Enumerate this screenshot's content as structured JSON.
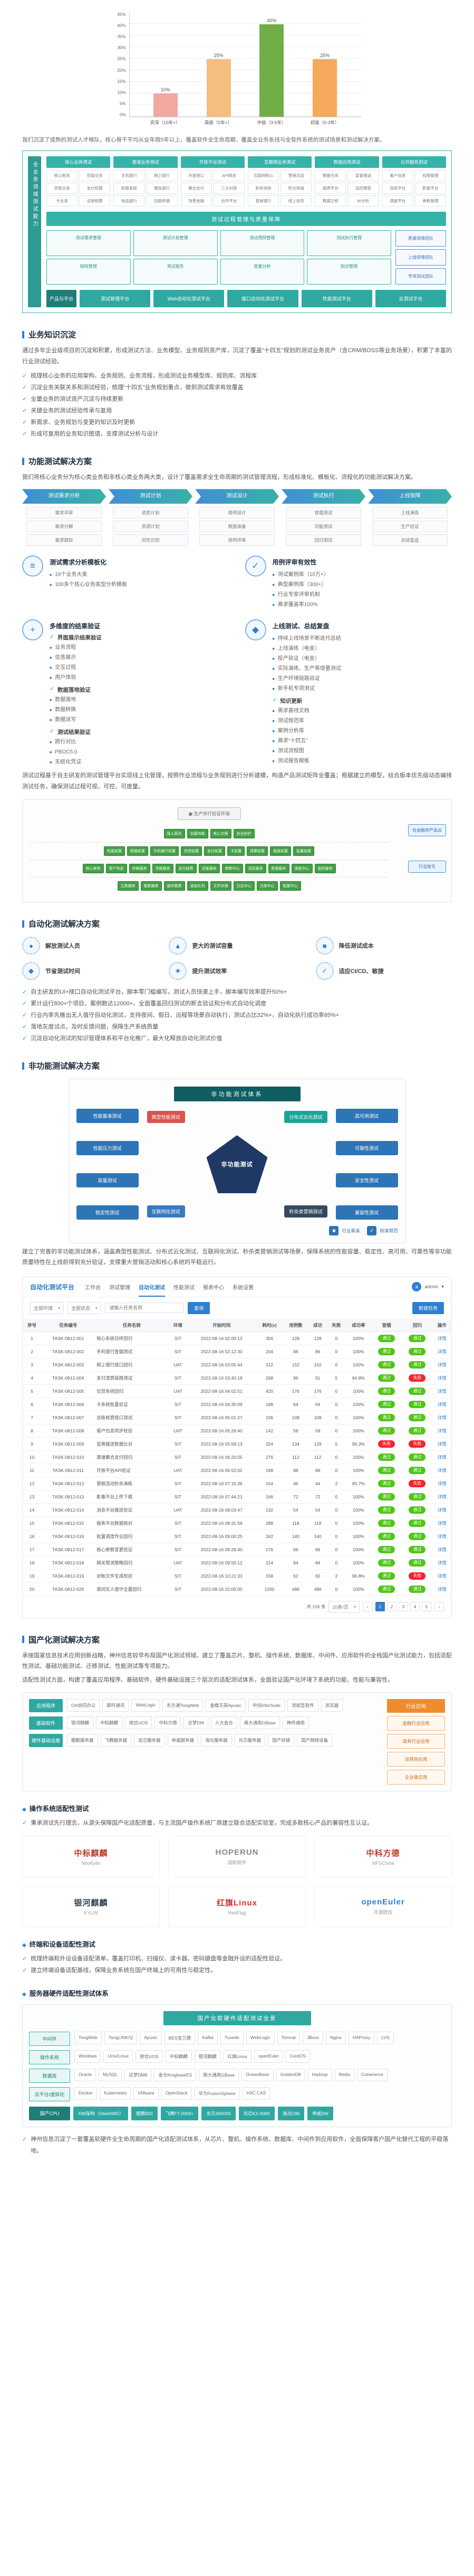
{
  "icons": {
    "check": "✓",
    "square": "■",
    "diamond": "◆",
    "caret": "▾",
    "prev": "‹",
    "next": "›",
    "cloud": "▣",
    "user_initial": "a"
  },
  "chart_data": {
    "type": "bar",
    "title": "",
    "categories": [
      "资深（10年+）",
      "高级（5年+）",
      "中级（3-5年）",
      "初级（0-3年）"
    ],
    "values": [
      10,
      25,
      40,
      25
    ],
    "data_labels": [
      "10%",
      "25%",
      "40%",
      "25%"
    ],
    "colors": [
      "#f2a7a0",
      "#f5bd7e",
      "#70ad47",
      "#f5a95a"
    ],
    "ylim": [
      0,
      45
    ],
    "yticks": [
      "45%",
      "40%",
      "35%",
      "30%",
      "25%",
      "20%",
      "15%",
      "10%",
      "5%",
      "0%"
    ],
    "xlabel": "",
    "ylabel": "",
    "grid": "horizontal",
    "legend": "none"
  },
  "intro": {
    "text": "我们沉淀了成熟的测试人才梯队，核心骨干平均从业年限5年以上，覆盖软件全生命周期，覆盖全业务条线与全软件系统的测试场景和测试解决方案。"
  },
  "platform": {
    "side_label": "全业务领域测试能力",
    "columns": [
      {
        "header": "核心业务测试",
        "items": [
          "核心账务",
          "存款业务",
          "贷款业务",
          "支付结算",
          "卡业务",
          "总账核算"
        ]
      },
      {
        "header": "渠道业务测试",
        "items": [
          "手机银行",
          "网上银行",
          "柜面系统",
          "微信银行",
          "电话银行",
          "自助终端"
        ]
      },
      {
        "header": "开放平台测试",
        "items": [
          "开放接口",
          "API网关",
          "聚合支付",
          "三方对接",
          "场景金融",
          "合作平台"
        ]
      },
      {
        "header": "互联网业务测试",
        "items": [
          "互联网核心",
          "营销活动",
          "秒杀抢购",
          "积分商城",
          "直销银行",
          "线上信贷"
        ]
      },
      {
        "header": "数据应用测试",
        "items": [
          "数据仓库",
          "监管报送",
          "报表平台",
          "风控模型",
          "数据迁移",
          "BI分析"
        ]
      },
      {
        "header": "公共服务测试",
        "items": [
          "客户信息",
          "权限管理",
          "消息平台",
          "影像平台",
          "调度平台",
          "参数管理"
        ]
      }
    ],
    "mid_band": "测试过程管理与质量保障",
    "process_boxes": [
      "测试需求管理",
      "测试计划管理",
      "测试用例管理",
      "测试执行管理",
      "缺陷管理",
      "测试报告",
      "度量分析",
      "知识管理"
    ],
    "right_boxes": [
      "质量保障团队",
      "上线保障团队",
      "专项测试团队"
    ],
    "product_label": "产品与平台",
    "products": [
      "测试管理平台",
      "Web自动化测试平台",
      "接口自动化测试平台",
      "性能测试平台",
      "云测试平台"
    ]
  },
  "knowledge": {
    "title": "业务知识沉淀",
    "para": "通过多年企业级项目的沉淀和积累，形成测试方法、业务模型、业务规则资产库，沉淀了覆盖“十四五”规划的测试业务资产（含CRM/BOSS等业务场景），积累了丰富的行业测试经验。",
    "bullets": [
      "梳理核心业务的应用架构、业务规则、业务流程，形成测试业务模型库、规则库、流程库",
      "沉淀业务关联关系和测试经验，梳理“十四五”业务规划重点，做到测试需求有效覆盖",
      "全量业务的测试资产沉淀与持续更新",
      "关键业务的测试经验传承与复用",
      "新需求、业务规划与变更的知识及时更新",
      "形成可复用的业务知识图谱，支撑测试分析与设计"
    ]
  },
  "functional": {
    "title": "功能测试解决方案",
    "para": "我们将核心业务分为核心类业务和非核心类业务两大类，设计了覆盖需求全生命周期的测试管理流程，形成标准化、模板化、流程化的功能测试解决方案。",
    "flow": [
      {
        "label": "测试需求分析",
        "items": [
          "需求评审",
          "需求分解",
          "需求跟踪"
        ]
      },
      {
        "label": "测试计划",
        "items": [
          "进度计划",
          "资源计划",
          "风险识别"
        ]
      },
      {
        "label": "测试设计",
        "items": [
          "用例设计",
          "数据准备",
          "用例评审"
        ]
      },
      {
        "label": "测试执行",
        "items": [
          "冒烟测试",
          "功能测试",
          "回归测试"
        ]
      },
      {
        "label": "上线保障",
        "items": [
          "上线演练",
          "生产验证",
          "总结复盘"
        ]
      }
    ]
  },
  "features": {
    "req_template": {
      "icon": "≡",
      "title": "测试需求分析模板化",
      "bullets": [
        "19个业务大类",
        "100多个核心业务类型分析模板"
      ]
    },
    "case_review": {
      "icon": "✓",
      "title": "用例评审有效性",
      "bullets": [
        "测试案例库（10万+）",
        "典型案例库（300+）",
        "行业专家评审机制",
        "需求覆盖率100%"
      ]
    },
    "multi_verify": {
      "icon": "+",
      "title": "多维度的结果验证",
      "groups": [
        {
          "head": "界面展示结果验证",
          "items": [
            "业务流程",
            "信息展示",
            "交互过程",
            "用户体验"
          ]
        },
        {
          "head": "数据落地验证",
          "items": [
            "数据落地",
            "数据转换",
            "数据读写"
          ]
        },
        {
          "head": "测试结果验证",
          "items": [
            "跨行对比",
            "PBOC5.0",
            "无纸化凭证"
          ]
        }
      ]
    },
    "online_review": {
      "icon": "◆",
      "title": "上线测试、总结复盘",
      "items": [
        "持续上线场景不断迭代总结",
        "上线演练（电金）",
        "投产验证（电金）",
        "实际演练、生产等增量测试",
        "生产环境链路验证",
        "新手机专项测试"
      ],
      "knowledge_head": "知识更新",
      "knowledge": [
        "需求基线文档",
        "测试规范库",
        "案例分析库",
        "需求“十四五”",
        "测试流程图",
        "测试报告模板"
      ]
    },
    "model_para": "测试过程基于自主研发的测试管理平台实现线上化管理，按照作业流程与业务规则进行分析建模，构造产品测试矩阵全覆盖；根据建立的模型，结合版本优先级动态编排测试任务，确保测试过程可视、可控、可度量。"
  },
  "topology": {
    "cloud_label": "生产并行验证环境",
    "rows": [
      {
        "nodes": [
          "接入网关",
          "负载均衡",
          "核心交换",
          "安全防护"
        ]
      },
      {
        "nodes": [
          "柜面前置",
          "网银前置",
          "手机银行前置",
          "信贷前置",
          "支付前置",
          "卡前置",
          "清算前置",
          "报表前置",
          "批量前置"
        ]
      },
      {
        "nodes": [
          "核心账务",
          "客户信息",
          "存款服务",
          "贷款服务",
          "支付结算",
          "总账服务",
          "参数中心",
          "消息服务",
          "影像服务",
          "调度中心",
          "监控服务"
        ]
      },
      {
        "nodes": [
          "主数据库",
          "备数据库",
          "缓存集群",
          "消息队列",
          "文件存储",
          "日志中心",
          "注册中心",
          "配置中心"
        ]
      }
    ],
    "side_labels": [
      "社会融资产品云",
      "行业账号"
    ]
  },
  "automation": {
    "title": "自动化测试解决方案",
    "benefits": [
      {
        "icon": "●",
        "label": "解放测试人员"
      },
      {
        "icon": "▲",
        "label": "更大的测试容量"
      },
      {
        "icon": "■",
        "label": "降低测试成本"
      },
      {
        "icon": "◆",
        "label": "节省测试时间"
      },
      {
        "icon": "★",
        "label": "提升测试效率"
      },
      {
        "icon": "✓",
        "label": "适应CI/CD、敏捷"
      }
    ],
    "bullets": [
      "自主研发的UI+接口自动化测试平台，脚本零门槛编写，测试人员快速上手，脚本编写效率提升50%+",
      "累计运行800+个项目，案例数达12000+，全面覆盖回归测试的断言验证和分布式自动化调度",
      "行业内率先推出无人值守自动化测试，支持夜间、假日、远程等场景自动执行，测试占比32%+，自动化执行成功率85%+",
      "落地灰度试点，及时反馈问题，保障生产系统质量",
      "沉淀自动化测试的知识管理体系和平台化推广，最大化释放自动化测试价值"
    ]
  },
  "nonfunctional": {
    "title": "非功能测试解决方案",
    "diagram_title": "非功能测试体系",
    "center": "非功能测试",
    "corners": [
      {
        "label": "典型性能测试",
        "color": "#d9534f"
      },
      {
        "label": "分布式云化测试",
        "color": "#1aa497"
      },
      {
        "label": "互联网化测试",
        "color": "#3879c0"
      },
      {
        "label": "秒杀类营销测试",
        "color": "#34495e"
      }
    ],
    "left_boxes": [
      "性能基准测试",
      "性能压力测试",
      "容量测试",
      "稳定性测试"
    ],
    "right_boxes": [
      "高可用测试",
      "可靠性测试",
      "安全性测试",
      "兼容性测试"
    ],
    "refs": [
      {
        "icon": "■",
        "label": "行业基准"
      },
      {
        "icon": "✓",
        "label": "标准规范"
      }
    ],
    "para": "建立了完善的非功能测试体系，涵盖典型性能测试、分布式云化测试、互联网化测试、秒杀类营销测试等场景，保障系统的性能容量、稳定性、高可用、可靠性等非功能质量特性在上线前得到充分验证，支撑重大营销活动和核心系统的平稳运行。"
  },
  "platform_screenshot": {
    "brand": "自动化测试平台",
    "nav": [
      "工作台",
      "测试管理",
      "自动化测试",
      "性能测试",
      "报表中心",
      "系统设置"
    ],
    "active_nav": "自动化测试",
    "user": "admin",
    "filters": {
      "env": "全部环境",
      "status": "全部状态",
      "search_placeholder": "请输入任务名称",
      "search_btn": "查询",
      "new_btn": "新建任务"
    },
    "table": {
      "headers": [
        "序号",
        "任务编号",
        "任务名称",
        "环境",
        "开始时间",
        "耗时(s)",
        "用例数",
        "成功",
        "失败",
        "成功率",
        "冒烟",
        "回归",
        "操作"
      ],
      "rows": [
        {
          "idx": "1",
          "no": "TASK-0812-001",
          "name": "核心系统日终回归",
          "env": "SIT",
          "time": "2022-08-16 02:00:12",
          "dur": "356",
          "total": "128",
          "pass": "128",
          "fail": "0",
          "rate": "100%",
          "smoke": "通过",
          "regress": "通过",
          "op": "详情"
        },
        {
          "idx": "2",
          "no": "TASK-0812-002",
          "name": "手机银行冒烟测试",
          "env": "SIT",
          "time": "2022-08-16 02:12:30",
          "dur": "204",
          "total": "86",
          "pass": "86",
          "fail": "0",
          "rate": "100%",
          "smoke": "通过",
          "regress": "通过",
          "op": "详情"
        },
        {
          "idx": "3",
          "no": "TASK-0812-003",
          "name": "网上银行接口回归",
          "env": "UAT",
          "time": "2022-08-16 03:05:44",
          "dur": "312",
          "total": "152",
          "pass": "152",
          "fail": "0",
          "rate": "100%",
          "smoke": "通过",
          "regress": "通过",
          "op": "详情"
        },
        {
          "idx": "4",
          "no": "TASK-0812-004",
          "name": "支付清算链路测试",
          "env": "SIT",
          "time": "2022-08-16 03:40:18",
          "dur": "268",
          "total": "96",
          "pass": "91",
          "fail": "5",
          "rate": "94.8%",
          "smoke": "通过",
          "regress": "失败",
          "op": "详情"
        },
        {
          "idx": "5",
          "no": "TASK-0812-005",
          "name": "信贷系统回归",
          "env": "UAT",
          "time": "2022-08-16 04:02:51",
          "dur": "420",
          "total": "176",
          "pass": "176",
          "fail": "0",
          "rate": "100%",
          "smoke": "通过",
          "regress": "通过",
          "op": "详情"
        },
        {
          "idx": "6",
          "no": "TASK-0812-006",
          "name": "卡系统批量验证",
          "env": "SIT",
          "time": "2022-08-16 04:35:09",
          "dur": "188",
          "total": "64",
          "pass": "64",
          "fail": "0",
          "rate": "100%",
          "smoke": "通过",
          "regress": "通过",
          "op": "详情"
        },
        {
          "idx": "7",
          "no": "TASK-0812-007",
          "name": "总账核算接口测试",
          "env": "SIT",
          "time": "2022-08-16 05:01:27",
          "dur": "236",
          "total": "108",
          "pass": "108",
          "fail": "0",
          "rate": "100%",
          "smoke": "通过",
          "regress": "通过",
          "op": "详情"
        },
        {
          "idx": "8",
          "no": "TASK-0812-008",
          "name": "客户信息同步校验",
          "env": "UAT",
          "time": "2022-08-16 05:26:40",
          "dur": "142",
          "total": "58",
          "pass": "58",
          "fail": "0",
          "rate": "100%",
          "smoke": "通过",
          "regress": "通过",
          "op": "详情"
        },
        {
          "idx": "9",
          "no": "TASK-0812-009",
          "name": "监管报送数据比对",
          "env": "SIT",
          "time": "2022-08-16 05:58:13",
          "dur": "324",
          "total": "134",
          "pass": "129",
          "fail": "5",
          "rate": "96.3%",
          "smoke": "失败",
          "regress": "失败",
          "op": "详情"
        },
        {
          "idx": "10",
          "no": "TASK-0812-010",
          "name": "渠道聚合支付回归",
          "env": "SIT",
          "time": "2022-08-16 06:20:55",
          "dur": "276",
          "total": "112",
          "pass": "112",
          "fail": "0",
          "rate": "100%",
          "smoke": "通过",
          "regress": "通过",
          "op": "详情"
        },
        {
          "idx": "11",
          "no": "TASK-0812-011",
          "name": "开放平台API验证",
          "env": "UAT",
          "time": "2022-08-16 06:52:02",
          "dur": "198",
          "total": "88",
          "pass": "88",
          "fail": "0",
          "rate": "100%",
          "smoke": "通过",
          "regress": "通过",
          "op": "详情"
        },
        {
          "idx": "12",
          "no": "TASK-0812-012",
          "name": "营销活动秒杀演练",
          "env": "SIT",
          "time": "2022-08-16 07:15:36",
          "dur": "154",
          "total": "46",
          "pass": "44",
          "fail": "2",
          "rate": "95.7%",
          "smoke": "通过",
          "regress": "失败",
          "op": "详情"
        },
        {
          "idx": "13",
          "no": "TASK-0812-013",
          "name": "影像平台上传下载",
          "env": "SIT",
          "time": "2022-08-16 07:44:21",
          "dur": "166",
          "total": "72",
          "pass": "72",
          "fail": "0",
          "rate": "100%",
          "smoke": "通过",
          "regress": "通过",
          "op": "详情"
        },
        {
          "idx": "14",
          "no": "TASK-0812-014",
          "name": "消息平台推送验证",
          "env": "UAT",
          "time": "2022-08-16 08:03:47",
          "dur": "132",
          "total": "54",
          "pass": "54",
          "fail": "0",
          "rate": "100%",
          "smoke": "通过",
          "regress": "通过",
          "op": "详情"
        },
        {
          "idx": "15",
          "no": "TASK-0812-015",
          "name": "报表平台数据核对",
          "env": "SIT",
          "time": "2022-08-16 08:31:58",
          "dur": "288",
          "total": "118",
          "pass": "118",
          "fail": "0",
          "rate": "100%",
          "smoke": "通过",
          "regress": "通过",
          "op": "详情"
        },
        {
          "idx": "16",
          "no": "TASK-0812-016",
          "name": "批量调度作业回归",
          "env": "SIT",
          "time": "2022-08-16 09:00:25",
          "dur": "342",
          "total": "140",
          "pass": "140",
          "fail": "0",
          "rate": "100%",
          "smoke": "通过",
          "regress": "通过",
          "op": "详情"
        },
        {
          "idx": "17",
          "no": "TASK-0812-017",
          "name": "核心参数变更验证",
          "env": "SIT",
          "time": "2022-08-16 09:28:40",
          "dur": "176",
          "total": "66",
          "pass": "66",
          "fail": "0",
          "rate": "100%",
          "smoke": "通过",
          "regress": "通过",
          "op": "详情"
        },
        {
          "idx": "18",
          "no": "TASK-0812-018",
          "name": "网关限流策略回归",
          "env": "UAT",
          "time": "2022-08-16 09:55:12",
          "dur": "214",
          "total": "84",
          "pass": "84",
          "fail": "0",
          "rate": "100%",
          "smoke": "通过",
          "regress": "通过",
          "op": "详情"
        },
        {
          "idx": "19",
          "no": "TASK-0812-019",
          "name": "对账文件生成校验",
          "env": "SIT",
          "time": "2022-08-16 10:21:33",
          "dur": "158",
          "total": "62",
          "pass": "60",
          "fail": "2",
          "rate": "96.8%",
          "smoke": "通过",
          "regress": "失败",
          "op": "详情"
        },
        {
          "idx": "20",
          "no": "TASK-0812-020",
          "name": "夜间无人值守全量回归",
          "env": "SIT",
          "time": "2022-08-16 22:00:00",
          "dur": "1260",
          "total": "486",
          "pass": "486",
          "fail": "0",
          "rate": "100%",
          "smoke": "通过",
          "regress": "通过",
          "op": "详情"
        }
      ]
    },
    "pagination": {
      "total": "共 156 条",
      "page_size": "10条/页",
      "pages": [
        "1",
        "2",
        "3",
        "4",
        "5"
      ]
    }
  },
  "localization": {
    "title": "国产化测试解决方案",
    "paras": [
      "承接国家信息技术应用创新战略，神州信息较早布局国产化测试领域，建立了覆盖芯片、整机、操作系统、数据库、中间件、应用软件的全栈国产化测试能力，包括适配性测试、基础功能测试、迁移测试、性能测试等专项能力。",
      "适配性测试方面，构建了覆盖应用程序、基础软件、硬件基础设施三个层次的适配测试体系，全面验证国产化环境下系统的功能、性能与兼容性。"
    ],
    "stack": {
      "rows": [
        {
          "label": "应用程序",
          "chips": [
            "OA协同办公",
            "即时通讯",
            "WebLogic",
            "东方通TongWeb",
            "金蝶天燕Apusic",
            "中创InforSuite",
            "流版签软件",
            "浏览器"
          ]
        },
        {
          "label": "基础软件",
          "chips": [
            "银河麒麟",
            "中标麒麟",
            "统信UOS",
            "中科方德",
            "达梦DM",
            "人大金仓",
            "南大通用GBase",
            "神舟通用"
          ]
        },
        {
          "label": "硬件基础设施",
          "chips": [
            "鲲鹏服务器",
            "飞腾服务器",
            "龙芯服务器",
            "申威服务器",
            "海光服务器",
            "兆芯服务器",
            "国产存储",
            "国产网络设备"
          ]
        }
      ],
      "side": {
        "head": "行业应用",
        "items": [
          "金融行业应用",
          "政务行业应用",
          "运营商应用",
          "企业级应用"
        ]
      }
    },
    "os_section": {
      "head": "操作系统适配性测试",
      "bullet": "秉承测试先行理念，从源头保障国产化适配质量，与主流国产操作系统厂商建立联合适配实验室，完成多款核心产品的兼容性互认证。",
      "logos": [
        {
          "name": "中标麒麟",
          "sub": "NeoKylin",
          "color": "#c0392b"
        },
        {
          "name": "HOPERUN",
          "sub": "润和软件",
          "color": "#7f8c8d"
        },
        {
          "name": "中科方德",
          "sub": "NFSChina",
          "color": "#c0392b"
        },
        {
          "name": "银河麒麟",
          "sub": "KYLIN",
          "color": "#2c3e50"
        },
        {
          "name": "红旗Linux",
          "sub": "RedFlag",
          "color": "#d63031"
        },
        {
          "name": "openEuler",
          "sub": "开源欧拉",
          "color": "#2f7fd1"
        }
      ]
    },
    "terminal_section": {
      "head": "终端和设备适配性测试",
      "bullets": [
        "梳理终端和外设设备适配清单，覆盖打印机、扫描仪、读卡器、密码键盘等金融外设的适配性验证。",
        "建立终端设备适配基线，保障业务系统在国产终端上的可用性与稳定性。"
      ]
    },
    "hardware_section": {
      "head": "服务器硬件适配性测试体系",
      "diagram_title": "国产化软硬件适配测试全景",
      "groups": [
        {
          "label": "中间件",
          "chips": [
            "TongWeb",
            "TongLINK/Q",
            "Apusic",
            "BES宝兰德",
            "Kafka",
            "Tuxedo",
            "WebLogic",
            "Tomcat",
            "JBoss",
            "Nginx",
            "HAProxy",
            "LVS"
          ]
        },
        {
          "label": "操作系统",
          "chips": [
            "Windows",
            "Unix/Linux",
            "统信UOS",
            "中标麒麟",
            "银河麒麟",
            "红旗Linux",
            "openEuler",
            "CentOS"
          ]
        },
        {
          "label": "数据库",
          "chips": [
            "Oracle",
            "MySQL",
            "达梦DM8",
            "金仓KingbaseES",
            "南大通用GBase",
            "OceanBase",
            "GoldenDB",
            "Hadoop",
            "Redis",
            "Coherence"
          ]
        },
        {
          "label": "云平台/虚拟化",
          "chips": [
            "Docker",
            "Kubernetes",
            "VMware",
            "OpenStack",
            "华为FusionSphere",
            "H3C CAS"
          ]
        }
      ],
      "cpu_row": {
        "label": "国产CPU",
        "chips": [
          "X86架构（Intel/AMD）",
          "鲲鹏920",
          "飞腾FT-2000+",
          "龙芯3A5000",
          "兆芯KX-6000",
          "海光C86",
          "申威SW"
        ]
      },
      "footer": "神州信息沉淀了一套覆盖软硬件全生命周期的国产化适配测试体系，从芯片、整机、操作系统、数据库、中间件到应用软件，全面保障客户国产化替代工程的平稳落地。"
    }
  }
}
